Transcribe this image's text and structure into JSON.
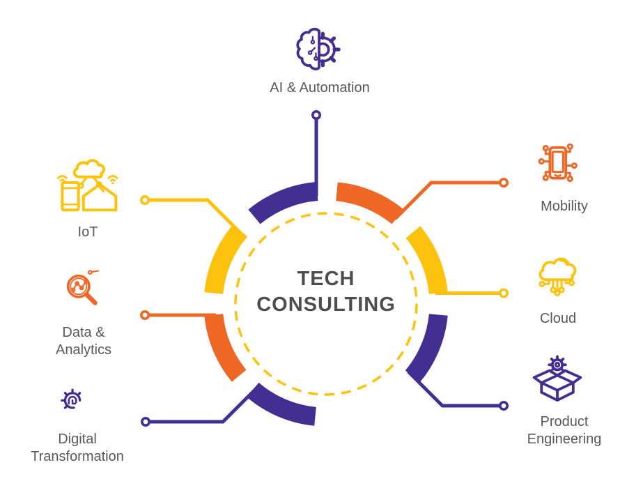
{
  "center": {
    "title": "TECH\nCONSULTING"
  },
  "items": [
    {
      "id": "ai-automation",
      "label": "AI & Automation",
      "color": "#432f92",
      "icon": "brain-gear-icon"
    },
    {
      "id": "mobility",
      "label": "Mobility",
      "color": "#ef6724",
      "icon": "mobile-circuit-icon"
    },
    {
      "id": "cloud",
      "label": "Cloud",
      "color": "#fdc20d",
      "icon": "cloud-circuit-icon"
    },
    {
      "id": "product-engineering",
      "label": "Product\nEngineering",
      "color": "#432f92",
      "icon": "box-gear-icon"
    },
    {
      "id": "digital-transformation",
      "label": "Digital\nTransformation",
      "color": "#432f92",
      "icon": "pixel-gear-icon"
    },
    {
      "id": "data-analytics",
      "label": "Data &\nAnalytics",
      "color": "#ef6724",
      "icon": "magnifier-chart-icon"
    },
    {
      "id": "iot",
      "label": "IoT",
      "color": "#fdc20d",
      "icon": "iot-devices-icon"
    }
  ],
  "colors": {
    "purple": "#432f92",
    "orange": "#ef6724",
    "yellow": "#fdc20d",
    "title_text": "#4d4d4f",
    "label_text": "#58595b",
    "background": "#ffffff"
  }
}
